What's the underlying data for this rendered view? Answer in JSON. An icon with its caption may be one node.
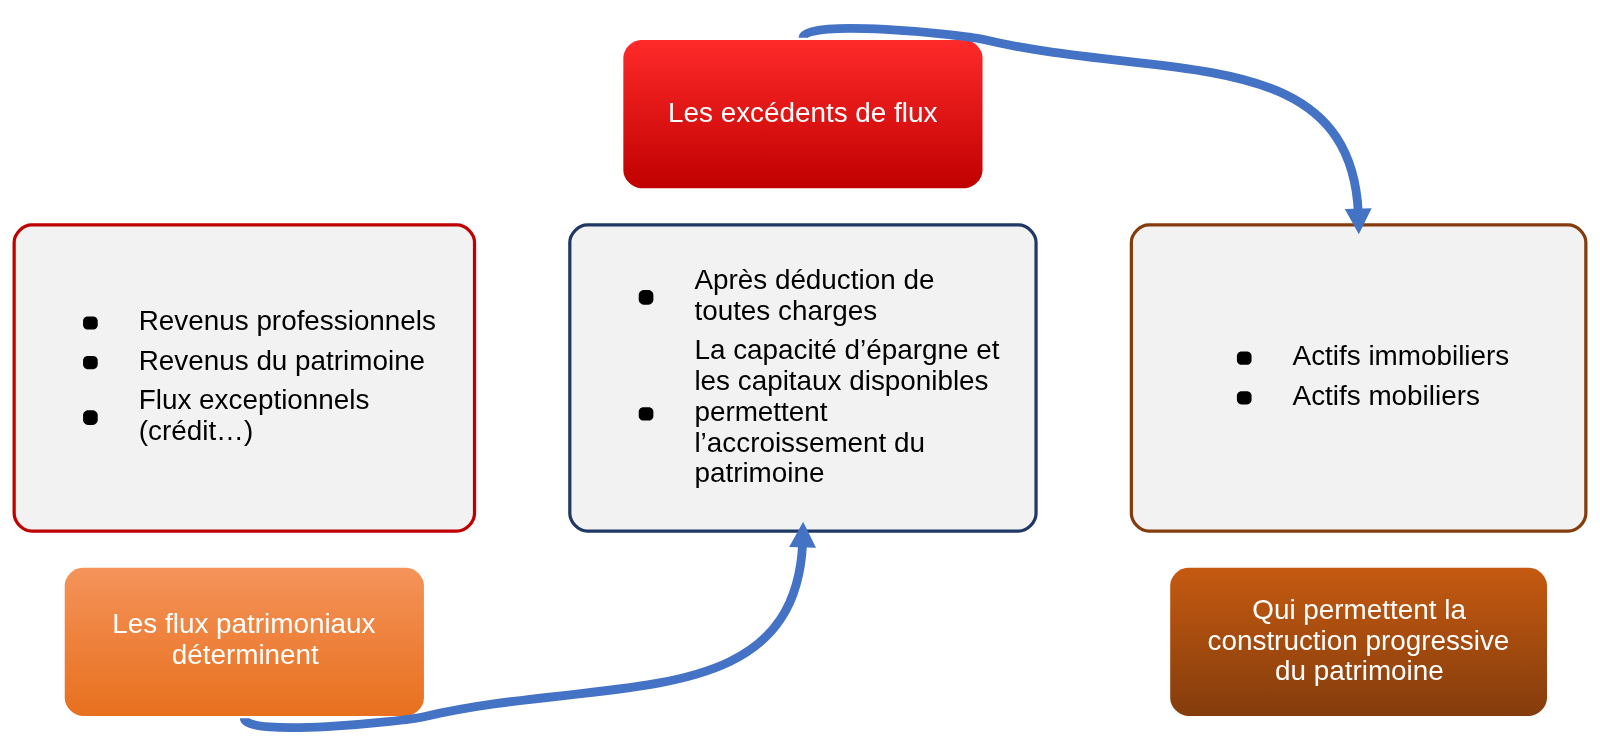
{
  "diagram": {
    "nodes": [
      {
        "text": [
          "Revenus professionnels",
          "Revenus du patrimoine",
          "Flux exceptionnels (crédit…)"
        ]
      },
      {
        "text": [
          "Les flux patrimoniaux déterminent"
        ]
      },
      {
        "text": [
          "Les excédents de flux"
        ]
      },
      {
        "text": [
          "Après déduction de toutes charges",
          "La capacité d’épargne et les capitaux disponibles permettent l’accroissement du patrimoine"
        ]
      },
      {
        "text": [
          "Actifs immobiliers",
          "Actifs mobiliers"
        ]
      },
      {
        "text": [
          "Qui permettent la construction progressive du patrimoine"
        ]
      }
    ],
    "edges": [
      {
        "from": 1,
        "to": 3,
        "arrow": "to"
      },
      {
        "from": 2,
        "to": 4,
        "arrow": "to"
      }
    ]
  }
}
